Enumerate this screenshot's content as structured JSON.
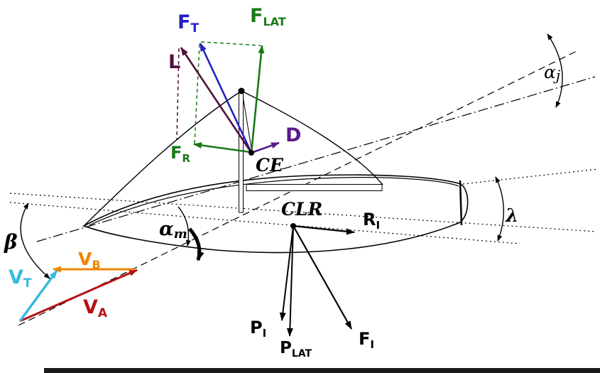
{
  "diagram": {
    "description": "Forces on a sailboat: sail aerodynamic force decomposition, hull hydrodynamic forces and wind velocity triangle",
    "background": "#ffffff"
  },
  "colors": {
    "total_force": "#2222c0",
    "lift": "#50103c",
    "drag": "#5a1a8b",
    "drive_lateral": "#177a17",
    "apparent_wind": "#b41212",
    "boat_velocity": "#f08400",
    "true_wind": "#38b8e0",
    "ink": "#000000",
    "bottom_bar": "#191919"
  },
  "labels": {
    "f_t": {
      "base": "F",
      "sub": "T"
    },
    "f_lat": {
      "base": "F",
      "sub": "LAT"
    },
    "lift": {
      "text": "L"
    },
    "drag": {
      "text": "D"
    },
    "f_r": {
      "base": "F",
      "sub": "R"
    },
    "ce": {
      "text": "CE"
    },
    "clr": {
      "text": "CLR"
    },
    "r_i": {
      "base": "R",
      "sub": "I"
    },
    "p_i": {
      "base": "P",
      "sub": "I"
    },
    "p_lat": {
      "base": "P",
      "sub": "LAT"
    },
    "f_i": {
      "base": "F",
      "sub": "I"
    },
    "v_t": {
      "base": "V",
      "sub": "T"
    },
    "v_b": {
      "base": "V",
      "sub": "B"
    },
    "v_a": {
      "base": "V",
      "sub": "A"
    },
    "beta": {
      "text": "β"
    },
    "alpha_m": {
      "base": "α",
      "sub": "m"
    },
    "alpha_j": {
      "base": "α",
      "sub": "j"
    },
    "lambda": {
      "text": "λ"
    }
  }
}
